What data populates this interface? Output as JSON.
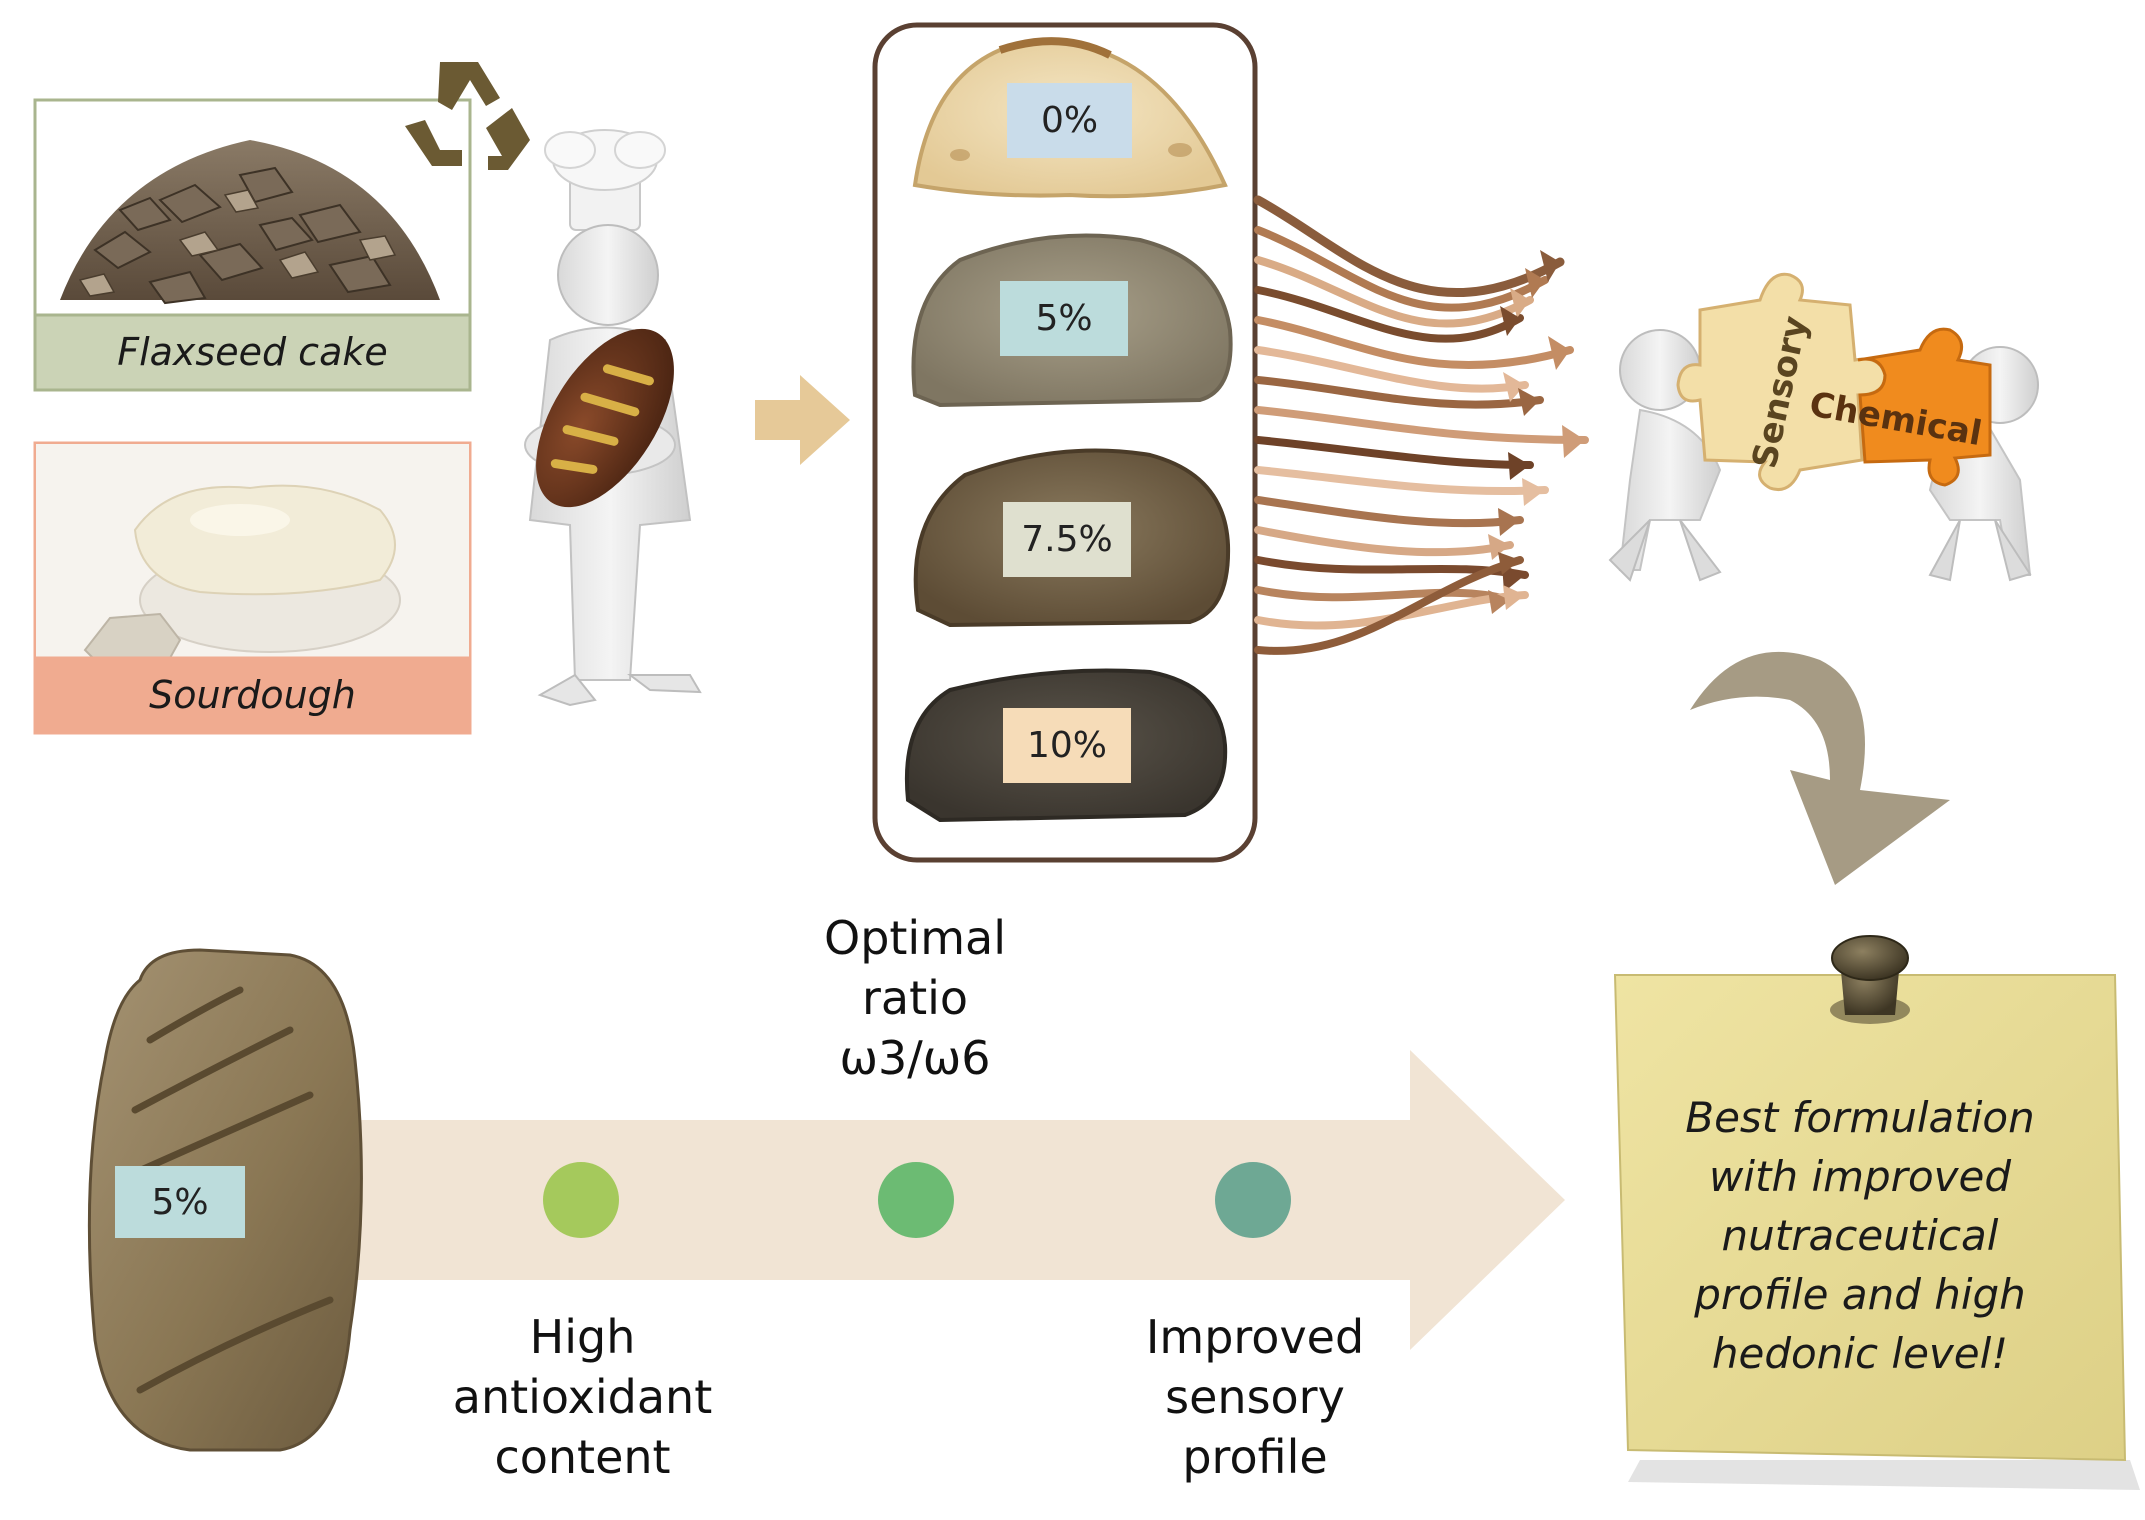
{
  "ingredients": [
    {
      "label": "Flaxseed cake"
    },
    {
      "label": "Sourdough"
    }
  ],
  "bread_slices": [
    {
      "label": "0%"
    },
    {
      "label": "5%"
    },
    {
      "label": "7.5%"
    },
    {
      "label": "10%"
    }
  ],
  "puzzle": {
    "left": "Sensory",
    "right": "Chemical"
  },
  "final_loaf": {
    "label": "5%"
  },
  "timeline": {
    "top_caption": [
      "Optimal",
      "ratio",
      "ω3/ω6"
    ],
    "bottom_left_caption": [
      "High",
      "antioxidant",
      "content"
    ],
    "bottom_right_caption": [
      "Improved",
      "sensory",
      "profile"
    ]
  },
  "note": {
    "lines": [
      "Best formulation",
      "with improved",
      "nutraceutical",
      "profile and high",
      "hedonic level!"
    ]
  },
  "colors": {
    "brown_frame": "#5a4032",
    "flax_label_bg": "#cbd3b6",
    "sourdough_label_bg": "#f0ab90",
    "label_0": "#c9dcea",
    "label_5": "#bcdcdc",
    "label_75": "#dfe0cf",
    "label_10": "#f6dcb8",
    "timeline_arrow": "#f1e4d4",
    "dot_1": "#a5c95c",
    "dot_2": "#6cbb73",
    "dot_3": "#6ea894",
    "note_bg": "#ece199",
    "curved_arrow": "#a69b84"
  }
}
